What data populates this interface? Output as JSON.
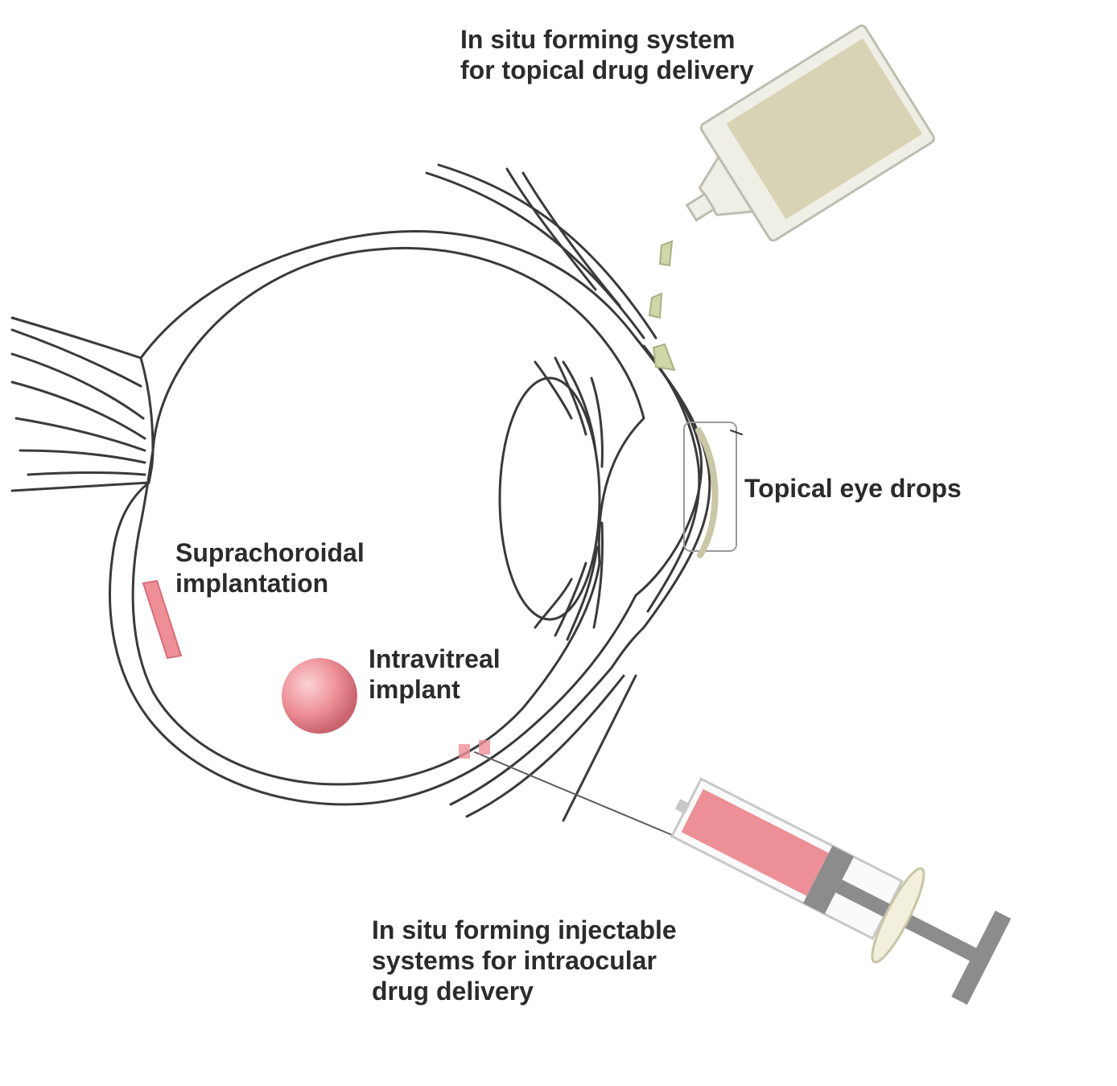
{
  "colors": {
    "outline": "#3a3a3a",
    "bottle_fill": "#e9e6d6",
    "bottle_label": "#d9d3b6",
    "drop": "#cfd6a8",
    "implant": "#ee8f97",
    "syringe_fluid": "#ec8f96",
    "plunger": "#8c8c8c"
  },
  "labels": {
    "in_situ_topical": [
      "In situ forming system",
      "for topical drug delivery"
    ],
    "topical_eye_drops": [
      "Topical eye drops"
    ],
    "suprachoroidal": [
      "Suprachoroidal",
      "implantation"
    ],
    "intravitreal": [
      "Intravitreal",
      "implant"
    ],
    "injectable": [
      "In situ forming injectable",
      "systems for intraocular",
      "drug delivery"
    ]
  },
  "icons": {
    "eye": "eye-cross-section-icon",
    "bottle": "eye-drop-bottle-icon",
    "syringe": "syringe-icon"
  }
}
